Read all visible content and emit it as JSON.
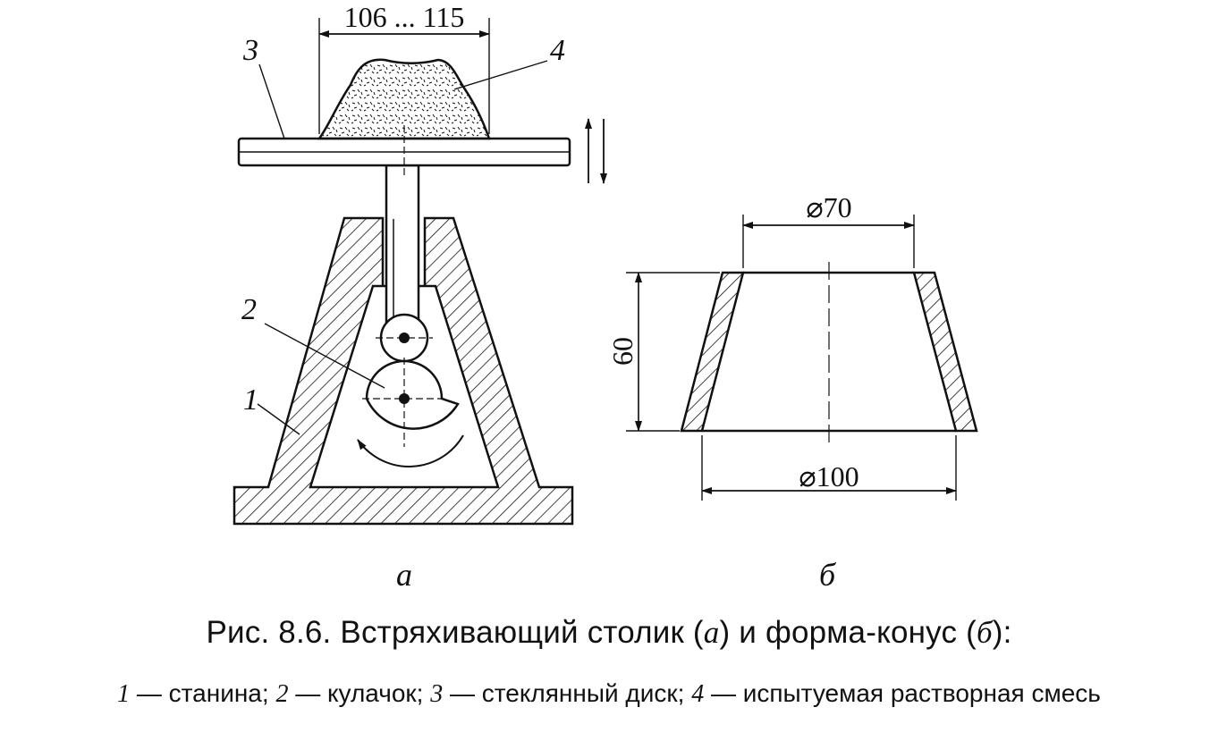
{
  "diagram_a": {
    "dimension_top": "106 ... 115",
    "part_labels": [
      "1",
      "2",
      "3",
      "4"
    ],
    "sublabel": "а"
  },
  "diagram_b": {
    "dim_top": "⌀70",
    "dim_bottom": "⌀100",
    "dim_height": "60",
    "sublabel": "б"
  },
  "caption": {
    "title_prefix": "Рис. 8.6. Встряхивающий столик (",
    "title_a": "а",
    "title_mid": ") и форма-конус (",
    "title_b": "б",
    "title_suffix": "):",
    "legend": [
      {
        "num": "1",
        "text": " — станина; "
      },
      {
        "num": "2",
        "text": " — кулачок; "
      },
      {
        "num": "3",
        "text": " — стеклянный диск; "
      },
      {
        "num": "4",
        "text": " — испытуемая растворная смесь"
      }
    ]
  }
}
